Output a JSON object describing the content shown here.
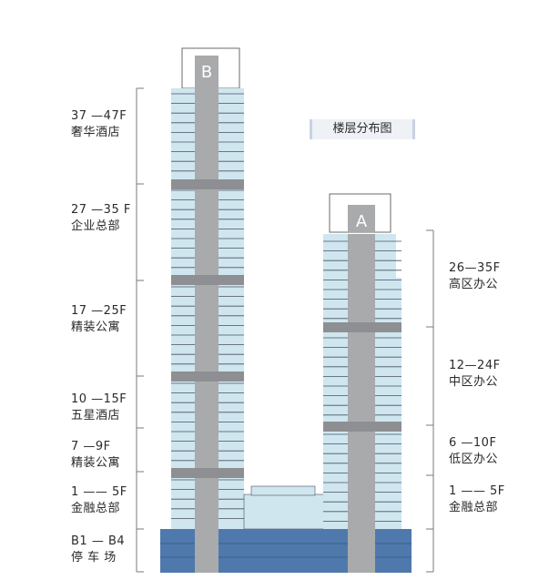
{
  "title": "楼层分布图",
  "towers": {
    "B": {
      "label": "B"
    },
    "A": {
      "label": "A"
    }
  },
  "left_zones": [
    {
      "floors": "37 —47F",
      "use": "奢华酒店"
    },
    {
      "floors": "27 —35 F",
      "use": "企业总部"
    },
    {
      "floors": "17 —25F",
      "use": "精装公寓"
    },
    {
      "floors": "10 —15F",
      "use": "五星酒店"
    },
    {
      "floors": "7 —9F",
      "use": "精装公寓"
    },
    {
      "floors": "1 —— 5F",
      "use": "金融总部"
    },
    {
      "floors": "B1 — B4",
      "use": "停 车 场"
    }
  ],
  "right_zones": [
    {
      "floors": "26—35F",
      "use": "高区办公"
    },
    {
      "floors": "12—24F",
      "use": "中区办公"
    },
    {
      "floors": "6 —10F",
      "use": "低区办公"
    },
    {
      "floors": "1 —— 5F",
      "use": "金融总部"
    }
  ],
  "colors": {
    "glass": "#cfe6ef",
    "glass_line": "#4a4f66",
    "core": "#a9aaac",
    "refuge": "#8e8f93",
    "base": "#4f79ac",
    "bracket": "#7a7a7a",
    "outline": "#6b6b6b"
  }
}
